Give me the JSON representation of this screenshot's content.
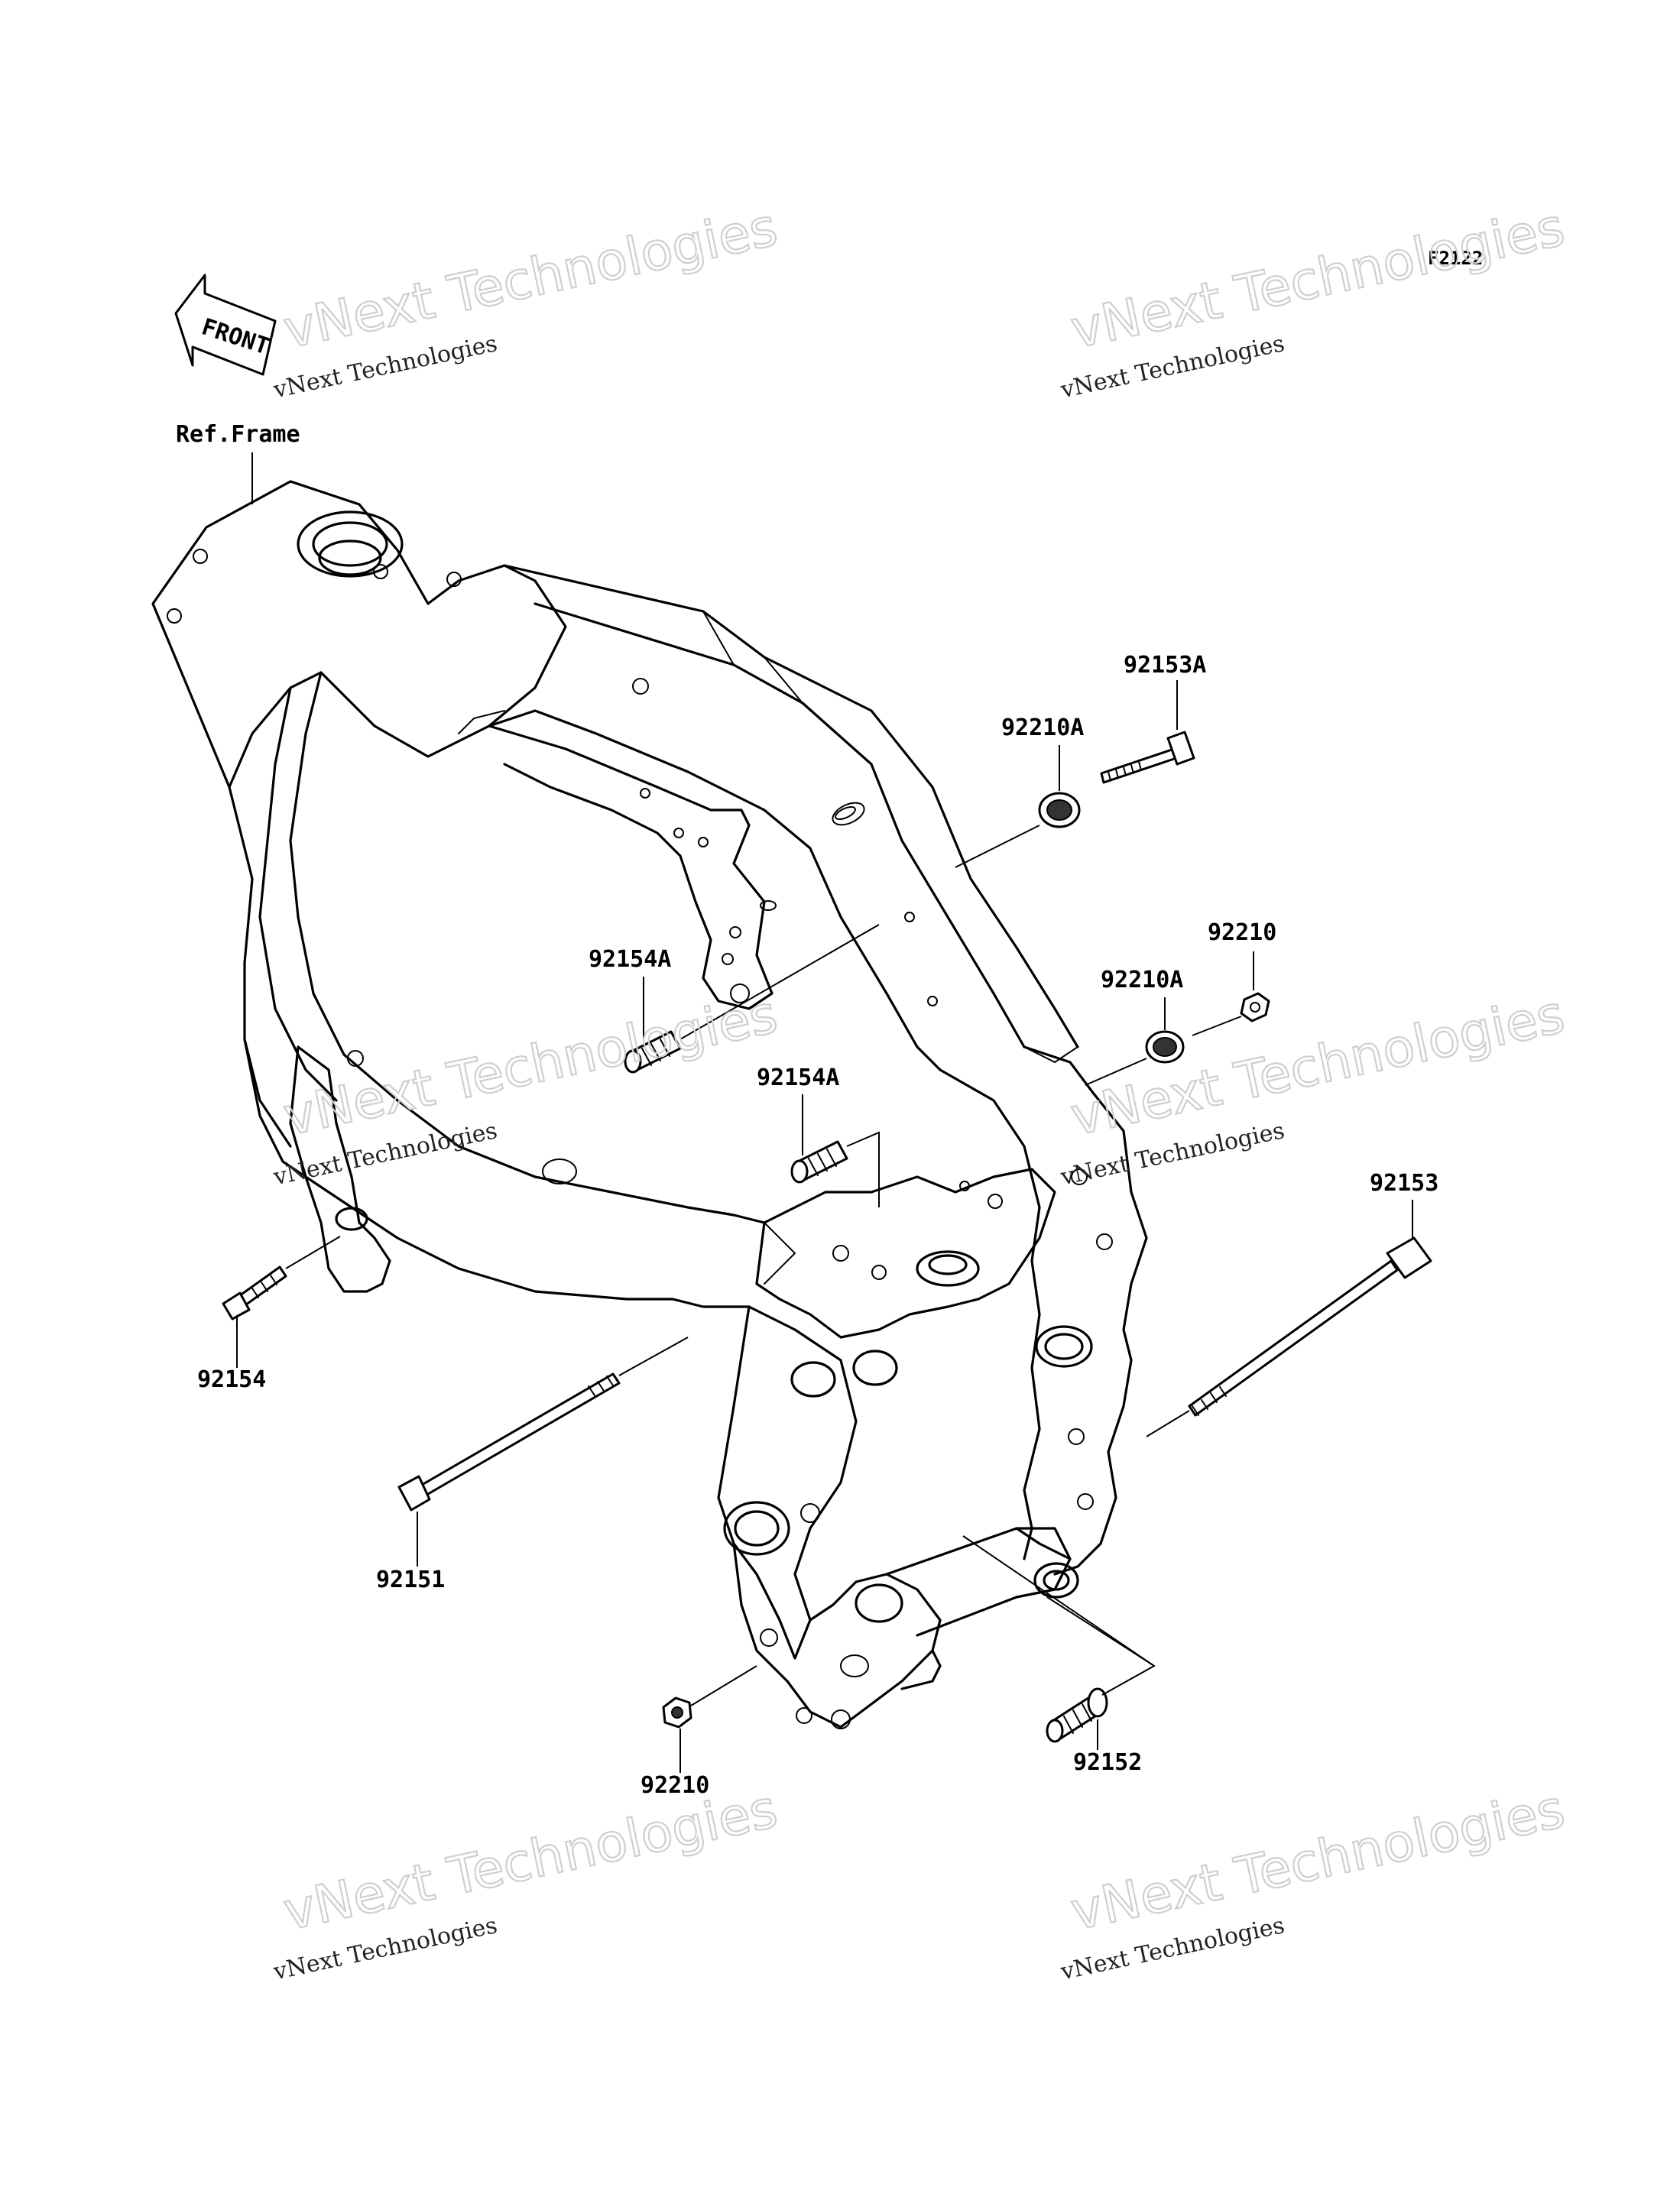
{
  "diagram_code": "F2122",
  "ref_label": "Ref.Frame",
  "front_label": "FRONT",
  "parts": {
    "p92153A": "92153A",
    "p92210A_top": "92210A",
    "p92210_top": "92210",
    "p92210A_mid": "92210A",
    "p92154A_left": "92154A",
    "p92154A_mid": "92154A",
    "p92153": "92153",
    "p92154": "92154",
    "p92151": "92151",
    "p92210_bottom": "92210",
    "p92152": "92152"
  },
  "watermark": {
    "large": "vNext Technologies",
    "small": "vNext Technologies"
  }
}
